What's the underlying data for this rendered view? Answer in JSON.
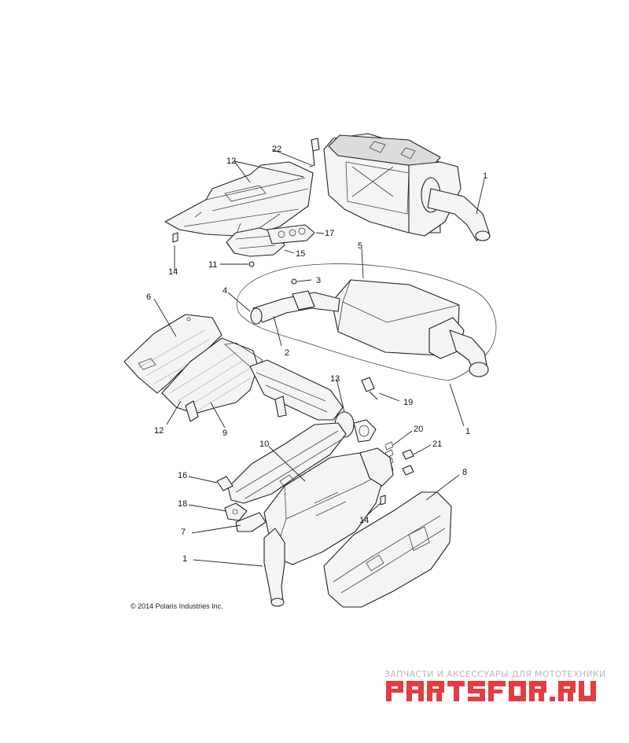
{
  "copyright": "© 2014 Polaris Industries Inc.",
  "watermark": {
    "tagline": "ЗАПЧАСТИ И АКСЕССУАРЫ ДЛЯ МОТОТЕХНИКИ",
    "logo_text": "PARTSFOR.RU",
    "color": "#e63b40"
  },
  "callouts": [
    "22",
    "12",
    "1",
    "17",
    "15",
    "11",
    "14",
    "5",
    "3",
    "4",
    "6",
    "2",
    "13",
    "19",
    "1",
    "12",
    "9",
    "20",
    "21",
    "10",
    "8",
    "16",
    "18",
    "14",
    "7",
    "1"
  ]
}
